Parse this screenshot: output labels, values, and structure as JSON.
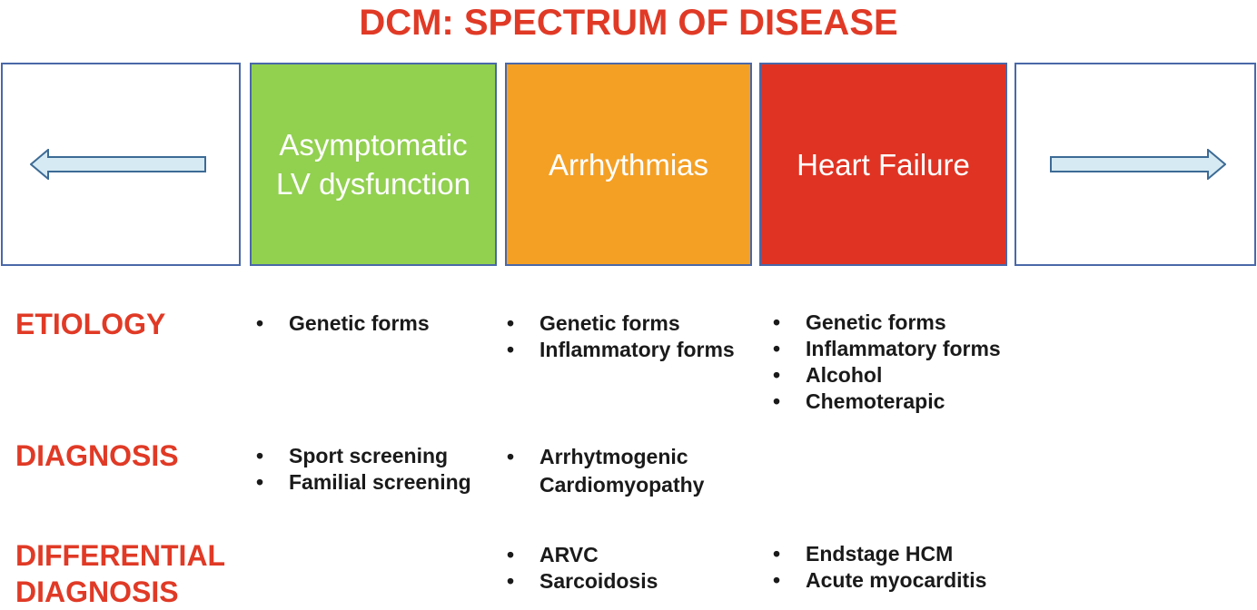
{
  "title": "DCM: SPECTRUM OF DISEASE",
  "colors": {
    "title": "#e03a26",
    "green": "#92d050",
    "orange": "#f4a025",
    "red": "#e03323",
    "border": "#4a68a8",
    "arrow_fill": "#d6eaf3",
    "arrow_stroke": "#3d6b95"
  },
  "icons": {
    "left": "left-arrow-icon",
    "right": "right-arrow-icon"
  },
  "boxes": {
    "green": "Asymptomatic\nLV dysfunction",
    "orange": "Arrhythmias",
    "red": "Heart Failure"
  },
  "rows": {
    "etiology": {
      "label": "ETIOLOGY",
      "col1": [
        "Genetic forms"
      ],
      "col2": [
        "Genetic forms",
        "Inflammatory forms"
      ],
      "col3": [
        "Genetic forms",
        "Inflammatory forms",
        "Alcohol",
        "Chemoterapic"
      ]
    },
    "diagnosis": {
      "label": "DIAGNOSIS",
      "col1": [
        "Sport screening",
        "Familial screening"
      ],
      "col2": [
        "Arrhytmogenic\nCardiomyopathy"
      ]
    },
    "differential": {
      "label": "DIFFERENTIAL\nDIAGNOSIS",
      "col2": [
        "ARVC",
        "Sarcoidosis"
      ],
      "col3": [
        "Endstage HCM",
        "Acute myocarditis"
      ]
    }
  }
}
